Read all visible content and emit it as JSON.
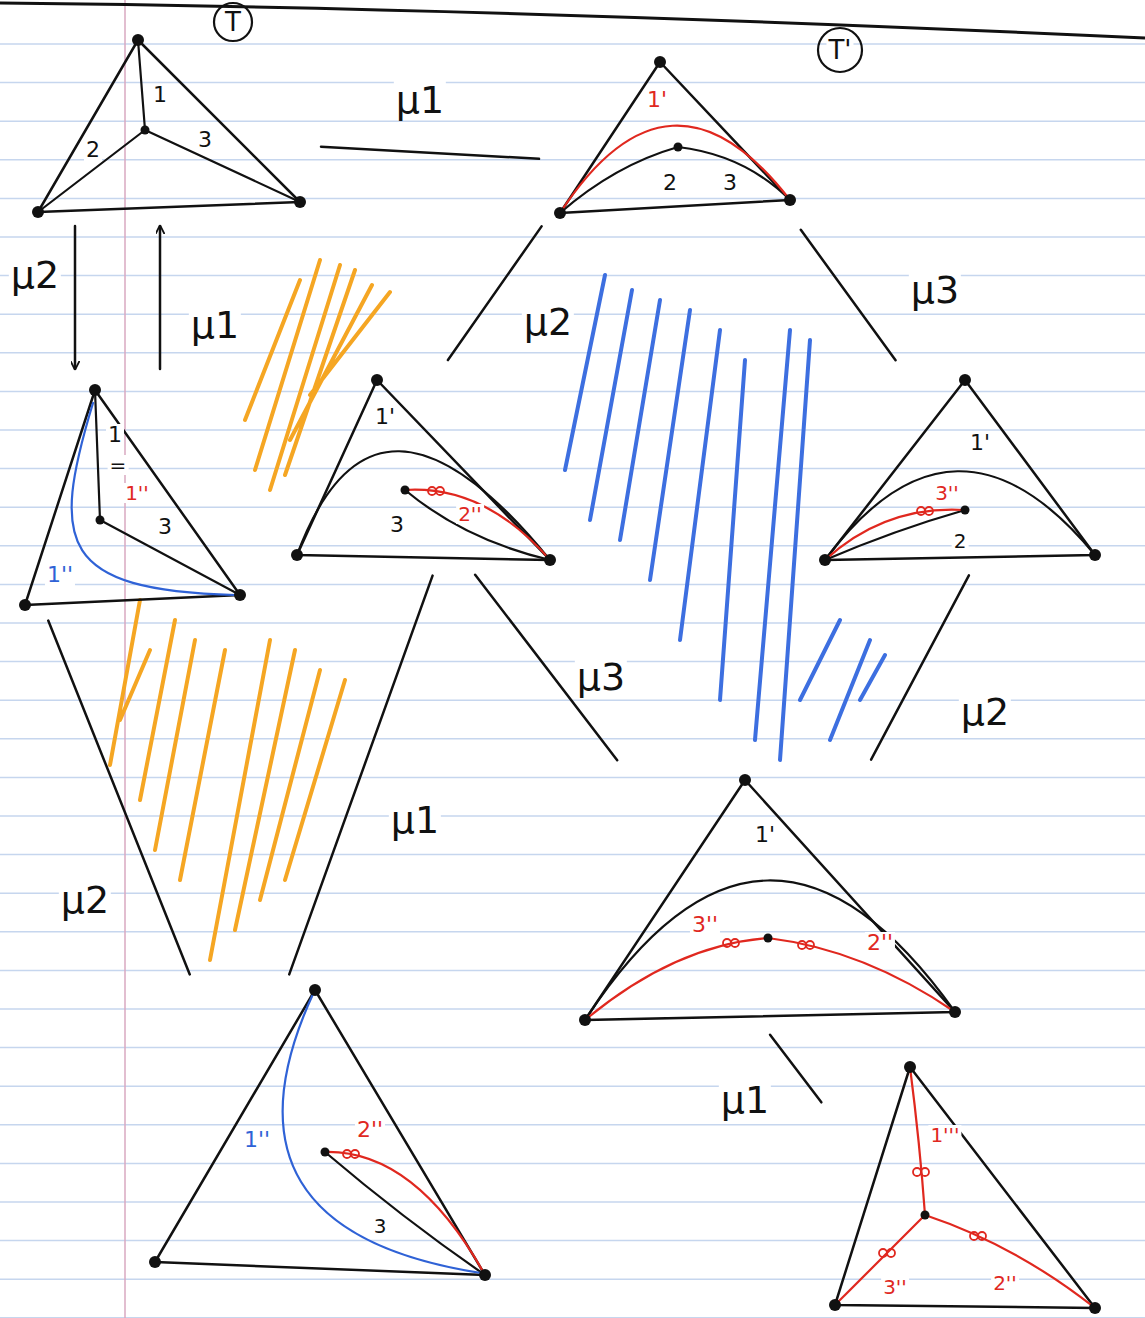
{
  "diagram": {
    "nodes": [
      {
        "text": [
          "T",
          "1",
          "2",
          "3"
        ]
      },
      {
        "text": [
          "T'",
          "1'",
          "2",
          "3"
        ]
      },
      {
        "text": [
          "1",
          "=",
          "1''",
          "3",
          "1''"
        ]
      },
      {
        "text": [
          "1'",
          "2''",
          "3"
        ]
      },
      {
        "text": [
          "1'",
          "3''",
          "2"
        ]
      },
      {
        "text": [
          "1'",
          "3''",
          "2''"
        ]
      },
      {
        "text": [
          "1''",
          "2''",
          "3"
        ]
      },
      {
        "text": [
          "1'''",
          "3''",
          "2''"
        ]
      }
    ],
    "edges": [
      {
        "from": 0,
        "to": 1,
        "arrow": "none",
        "label": "μ1"
      },
      {
        "from": 0,
        "to": 2,
        "arrow": "to",
        "label": "μ2"
      },
      {
        "from": 2,
        "to": 0,
        "arrow": "to",
        "label": "μ1"
      },
      {
        "from": 1,
        "to": 3,
        "arrow": "none",
        "label": "μ2"
      },
      {
        "from": 1,
        "to": 4,
        "arrow": "none",
        "label": "μ3"
      },
      {
        "from": 3,
        "to": 5,
        "arrow": "none",
        "label": "μ3"
      },
      {
        "from": 4,
        "to": 5,
        "arrow": "none",
        "label": "μ2"
      },
      {
        "from": 2,
        "to": 6,
        "arrow": "none",
        "label": "μ2"
      },
      {
        "from": 3,
        "to": 6,
        "arrow": "none",
        "label": "μ1"
      },
      {
        "from": 5,
        "to": 7,
        "arrow": "none",
        "label": "μ1"
      }
    ]
  }
}
